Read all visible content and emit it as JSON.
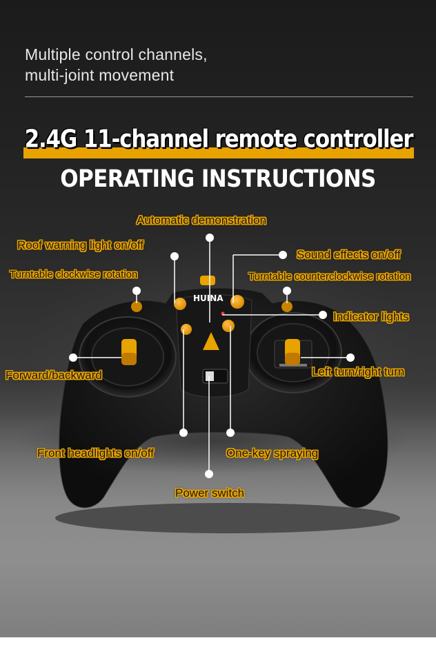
{
  "header": {
    "subtitle_line1": "Multiple control channels,",
    "subtitle_line2": "multi-joint movement",
    "headline": "2.4G 11-channel remote controller",
    "headline2": "OPERATING INSTRUCTIONS"
  },
  "controller": {
    "brand": "HUINA",
    "accent_color": "#e9a300",
    "body_color": "#141414"
  },
  "callouts": {
    "automatic_demonstration": "Automatic demonstration",
    "roof_warning_light": "Roof warning light on/off",
    "sound_effects": "Sound effects on/off",
    "turntable_clockwise": "Turntable clockwise rotation",
    "turntable_counterclockwise": "Turntable  counterclockwise rotation",
    "indicator_lights": "Indicator lights",
    "forward_backward": "Forward/backward",
    "left_right_turn": "Left turn/right turn",
    "front_headlights": "Front headlights on/off",
    "one_key_spraying": "One-key spraying",
    "power_switch": "Power switch"
  }
}
